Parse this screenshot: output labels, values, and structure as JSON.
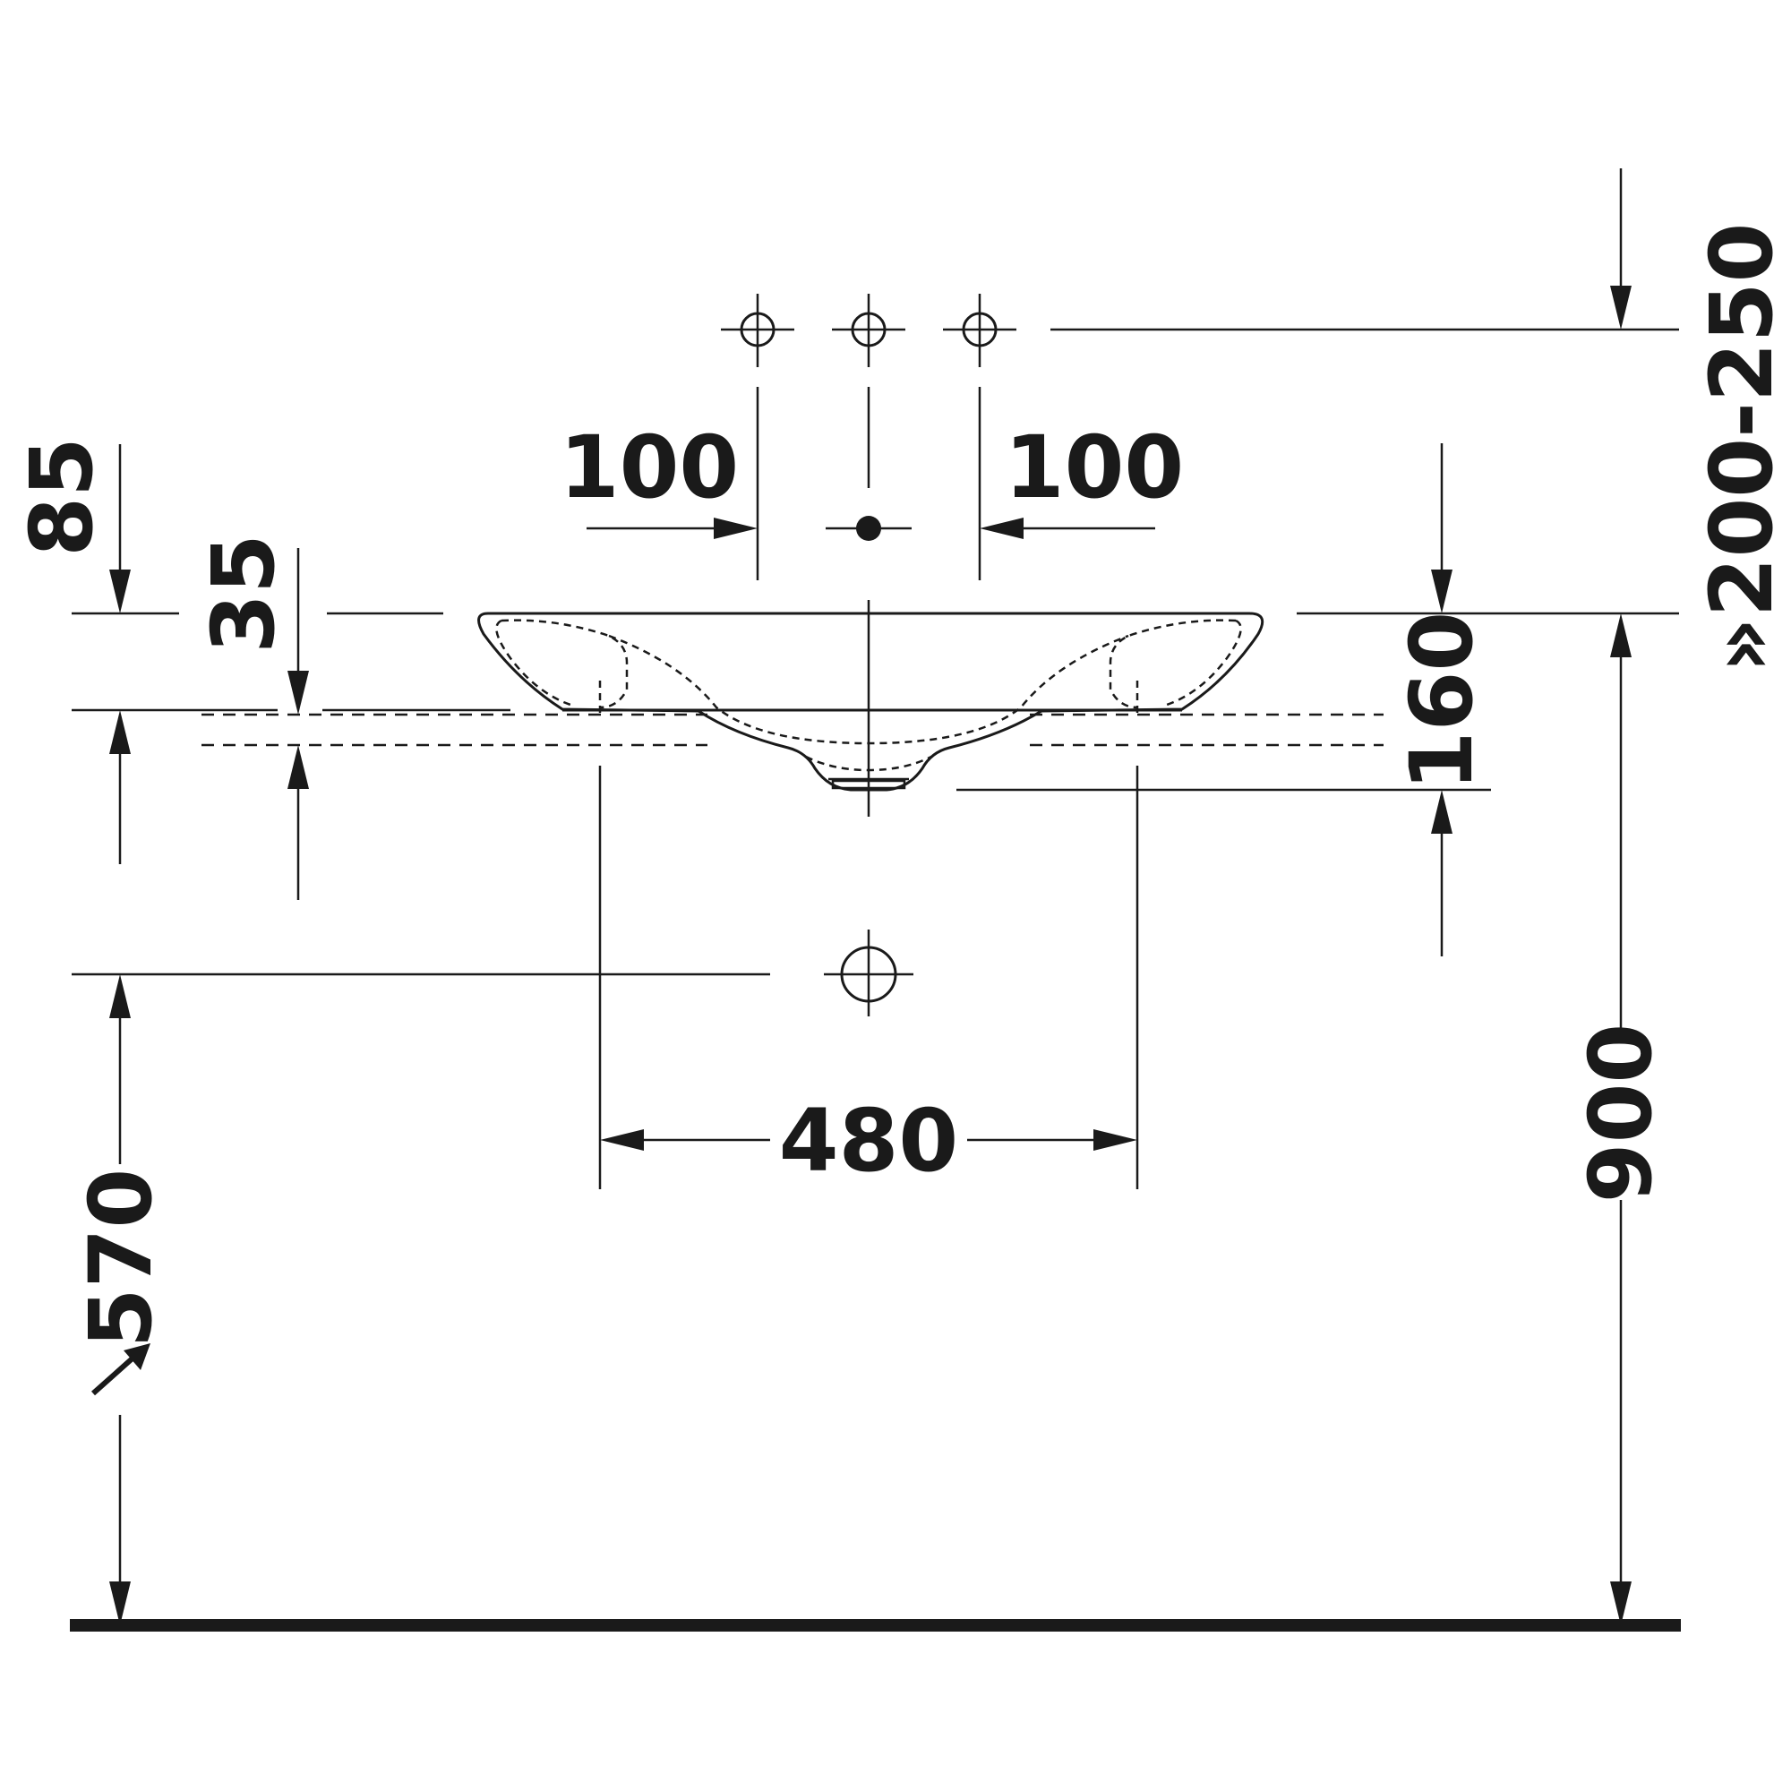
{
  "dimensions": {
    "tap_spacing_left": "100",
    "tap_spacing_right": "100",
    "tap_height_above_rim": "»200-250",
    "rim_offset": "85",
    "rim_thickness": "35",
    "basin_depth": "160",
    "mounting_width": "480",
    "rim_height": "900",
    "waste_height": "570"
  },
  "colors": {
    "ink": "#1a1a1a",
    "background": "#ffffff"
  }
}
